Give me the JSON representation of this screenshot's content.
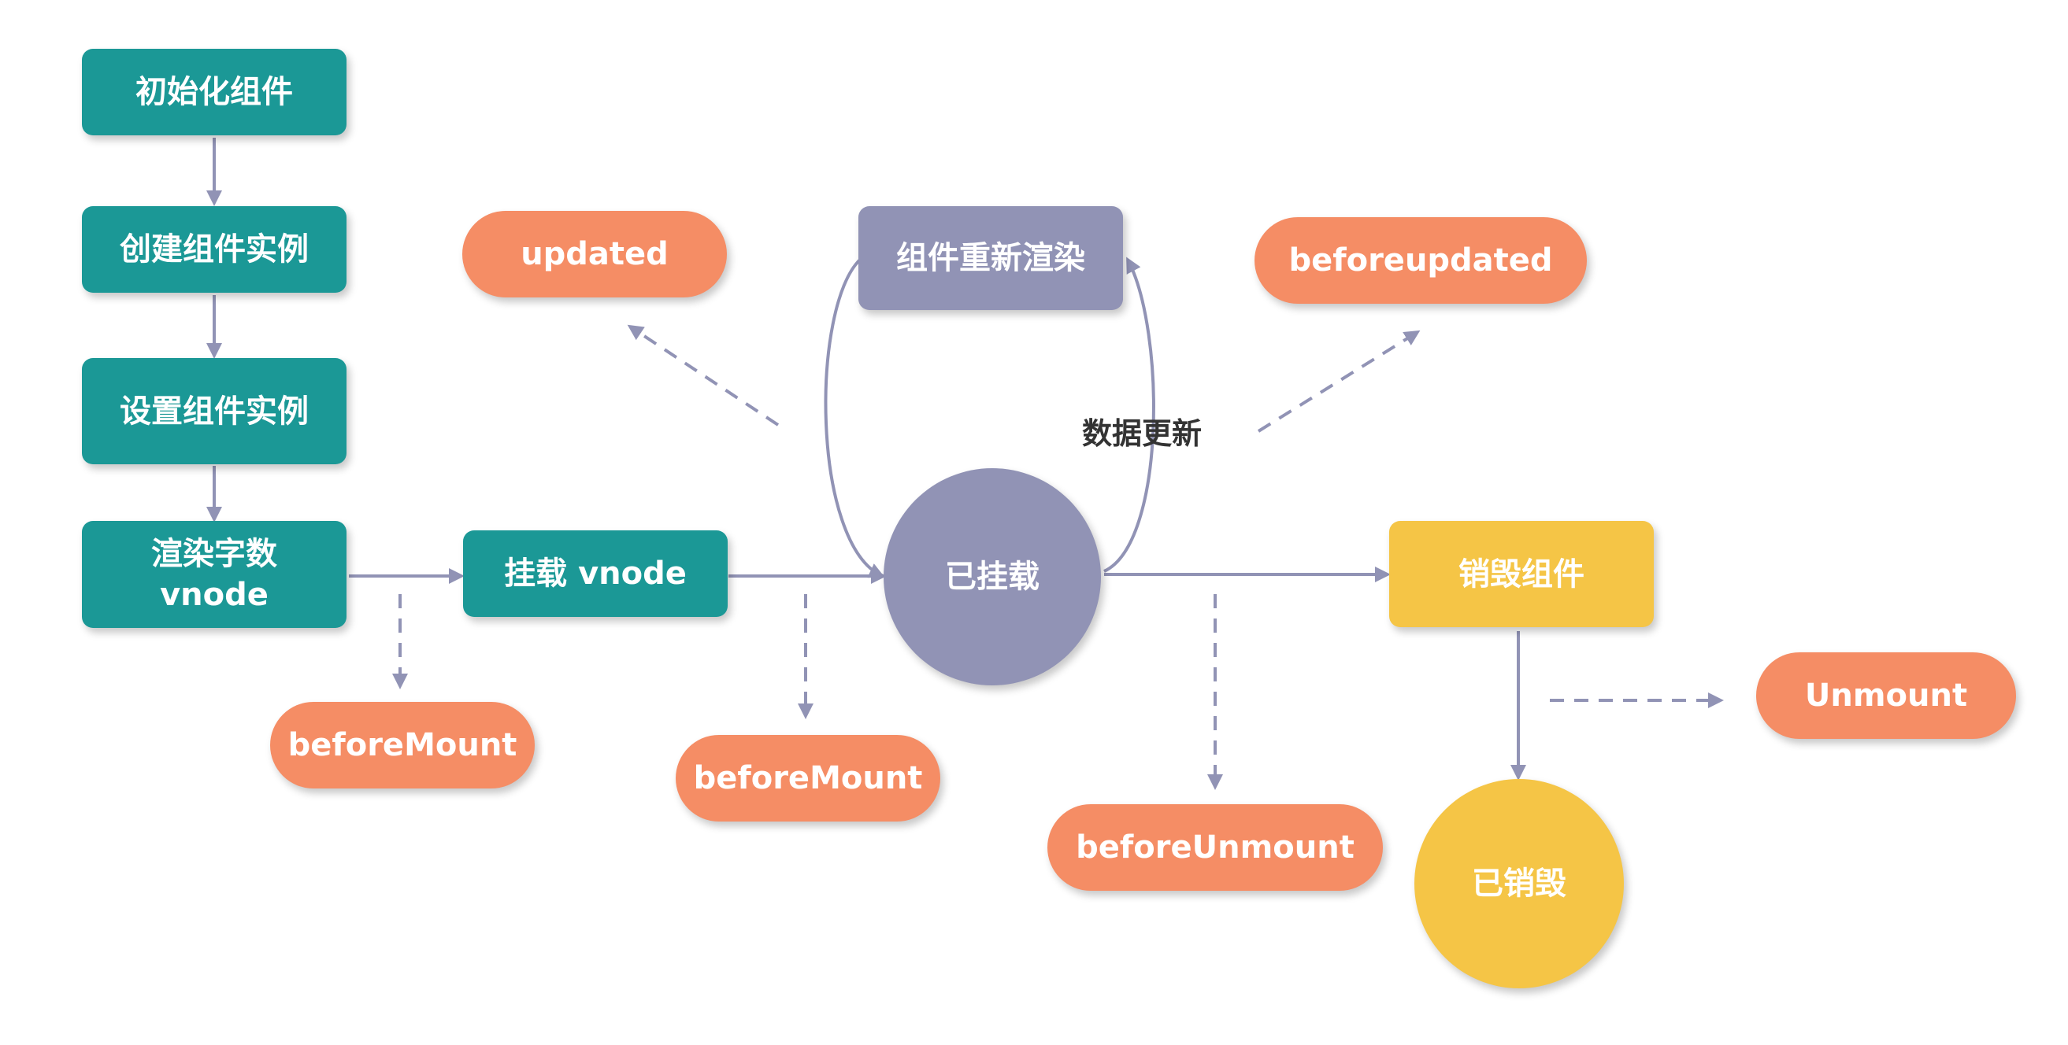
{
  "colors": {
    "teal": "#1b9896",
    "slate": "#9193b5",
    "orange": "#f58d65",
    "yellow": "#f5c546",
    "arrow": "#9193b5"
  },
  "steps": {
    "init": "初始化组件",
    "create_instance": "创建组件实例",
    "setup_instance": "设置组件实例",
    "render_vnode_line1": "渲染字数",
    "render_vnode_line2": "vnode",
    "mount_vnode": "挂载 vnode",
    "mounted": "已挂载",
    "rerender": "组件重新渲染",
    "data_update": "数据更新",
    "destroy": "销毁组件",
    "destroyed": "已销毁"
  },
  "hooks": {
    "updated": "updated",
    "beforeupdated": "beforeupdated",
    "beforeMount_1": "beforeMount",
    "beforeMount_2": "beforeMount",
    "beforeUnmount": "beforeUnmount",
    "unmount": "Unmount"
  }
}
